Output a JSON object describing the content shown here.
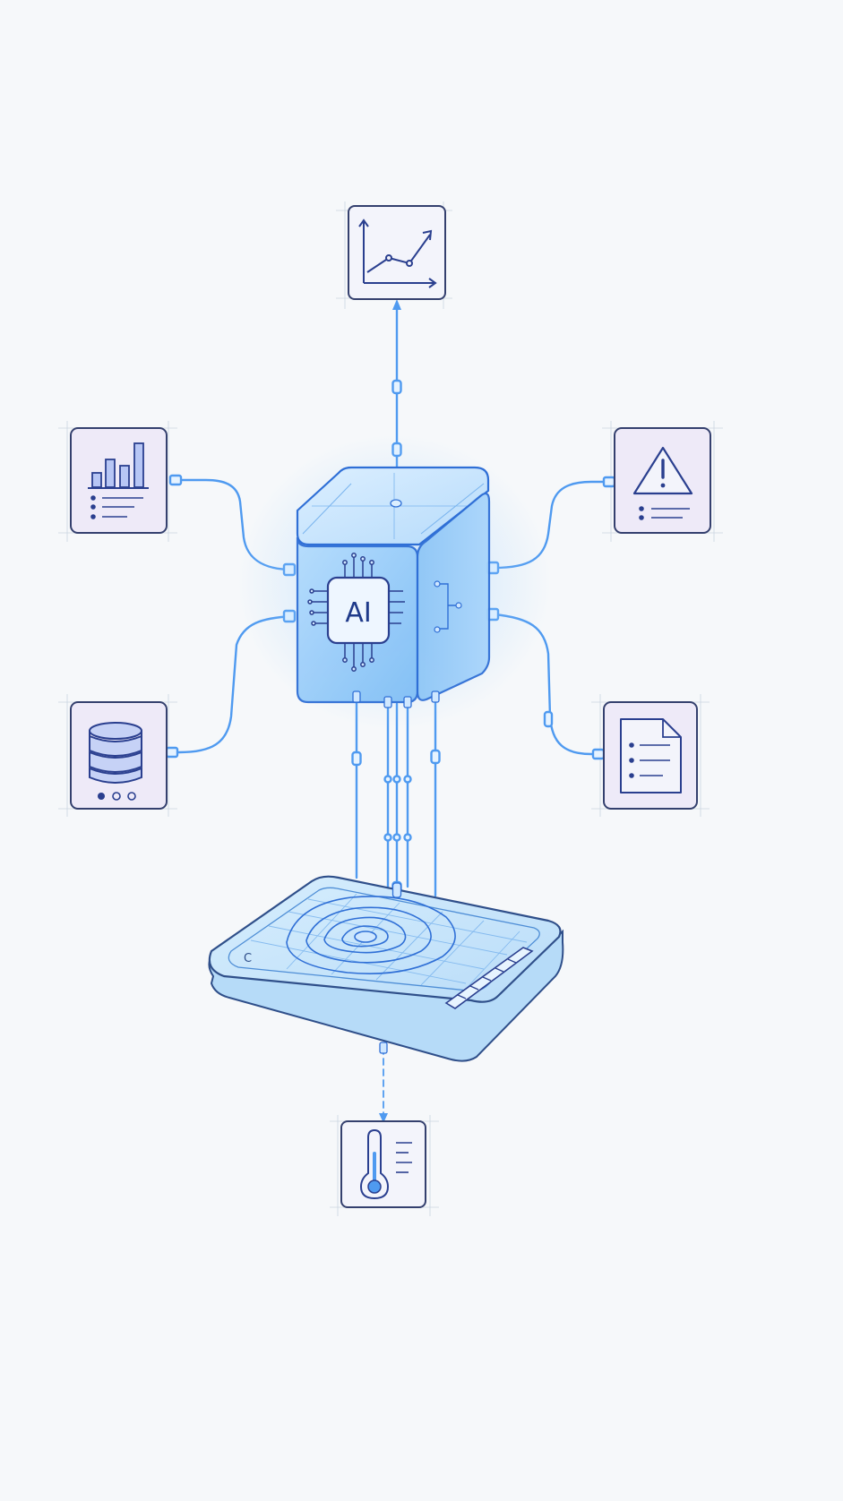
{
  "colors": {
    "background": "#f6f8fa",
    "line": "#2f6fd6",
    "cable": "#4f9af0",
    "card_fill": "#eeeaf8",
    "card_stroke": "#34406e",
    "cube_fill": "#9fd0fa",
    "tablet_fill": "#c8e6fb",
    "ink": "#1f3a8a"
  },
  "hub": {
    "icon": "ai-chip-cube",
    "chip_label": "AI"
  },
  "surface": {
    "icon": "field-map-tablet",
    "corner_mark": "C"
  },
  "nodes": [
    {
      "id": "trend",
      "icon": "trend-line-chart-icon",
      "connection": "output"
    },
    {
      "id": "analytics",
      "icon": "bar-chart-icon",
      "connection": "input"
    },
    {
      "id": "alert",
      "icon": "warning-triangle-icon",
      "connection": "output"
    },
    {
      "id": "database",
      "icon": "database-icon",
      "connection": "input"
    },
    {
      "id": "report",
      "icon": "document-icon",
      "connection": "output"
    },
    {
      "id": "temperature",
      "icon": "thermometer-icon",
      "connection": "sensor"
    }
  ]
}
